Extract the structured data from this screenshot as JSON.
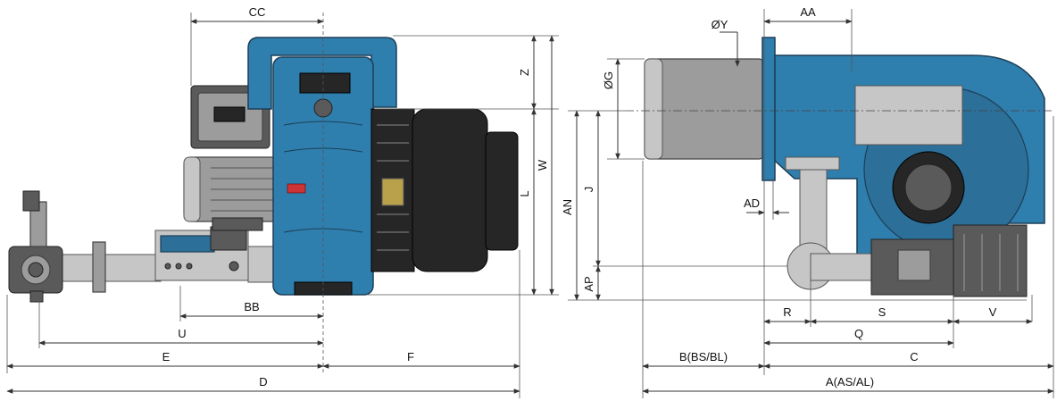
{
  "dimensions": {
    "left_view": {
      "cc": "CC",
      "z": "Z",
      "w": "W",
      "l": "L",
      "bb": "BB",
      "u": "U",
      "e": "E",
      "f": "F",
      "d": "D"
    },
    "right_view": {
      "aa": "AA",
      "oy": "ØY",
      "og": "ØG",
      "an": "AN",
      "j": "J",
      "ad": "AD",
      "ap": "AP",
      "r": "R",
      "s": "S",
      "v": "V",
      "q": "Q",
      "b": "B(BS/BL)",
      "c": "C",
      "a": "A(AS/AL)"
    }
  }
}
